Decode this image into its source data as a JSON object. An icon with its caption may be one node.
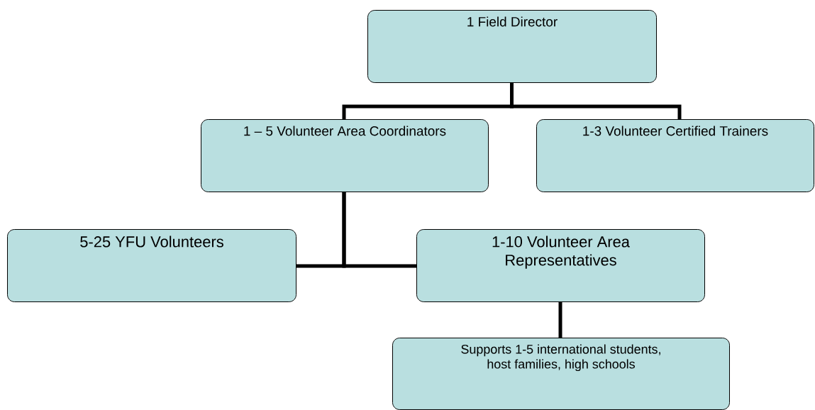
{
  "diagram": {
    "nodes": [
      {
        "text": [
          "1 Field Director"
        ]
      },
      {
        "text": [
          "1 – 5 Volunteer Area Coordinators"
        ]
      },
      {
        "text": [
          "1-3 Volunteer Certified Trainers"
        ]
      },
      {
        "text": [
          "5-25 YFU Volunteers"
        ]
      },
      {
        "text": [
          "1-10 Volunteer Area Representatives"
        ]
      },
      {
        "text": [
          "Supports 1-5 international students, host families, high schools"
        ]
      }
    ],
    "edges": [
      {
        "from": 0,
        "to": 1,
        "arrow": "none"
      },
      {
        "from": 0,
        "to": 2,
        "arrow": "none"
      },
      {
        "from": 1,
        "to": 3,
        "arrow": "none"
      },
      {
        "from": 1,
        "to": 4,
        "arrow": "none"
      },
      {
        "from": 4,
        "to": 5,
        "arrow": "none"
      }
    ]
  }
}
